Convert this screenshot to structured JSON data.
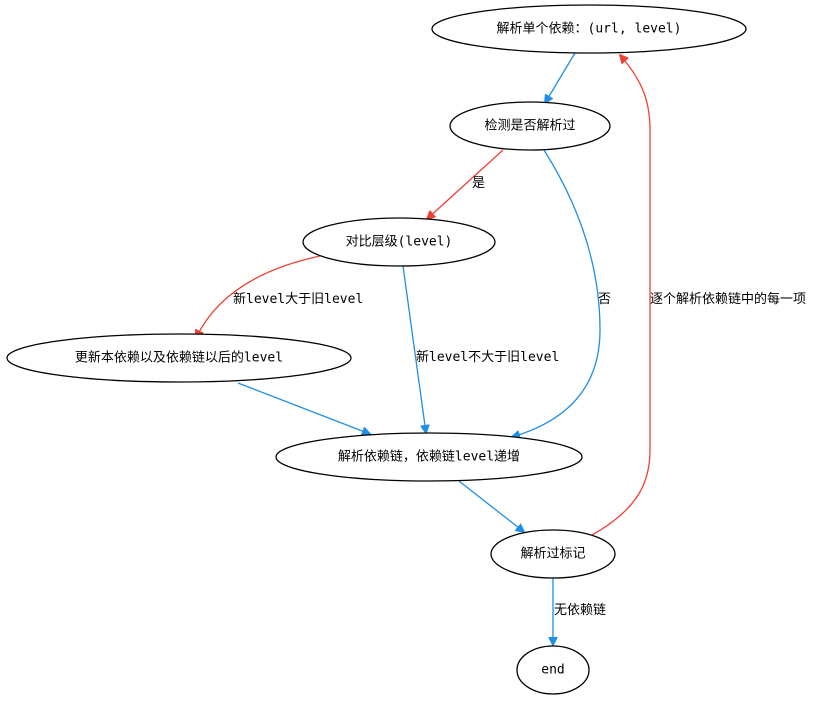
{
  "nodes": {
    "parse_single": "解析单个依赖：(url, level)",
    "check_parsed": "检测是否解析过",
    "compare_level": "对比层级(level)",
    "update_level": "更新本依赖以及依赖链以后的level",
    "parse_chain": "解析依赖链，依赖链level递增",
    "mark_parsed": "解析过标记",
    "end": "end"
  },
  "edges": {
    "yes": "是",
    "no": "否",
    "new_greater": "新level大于旧level",
    "new_not_greater": "新level不大于旧level",
    "each_item": "逐个解析依赖链中的每一项",
    "no_deps": "无依赖链"
  },
  "colors": {
    "primary_edge": "#1f8fe6",
    "highlight_edge": "#ee4035",
    "node_stroke": "#000000"
  }
}
